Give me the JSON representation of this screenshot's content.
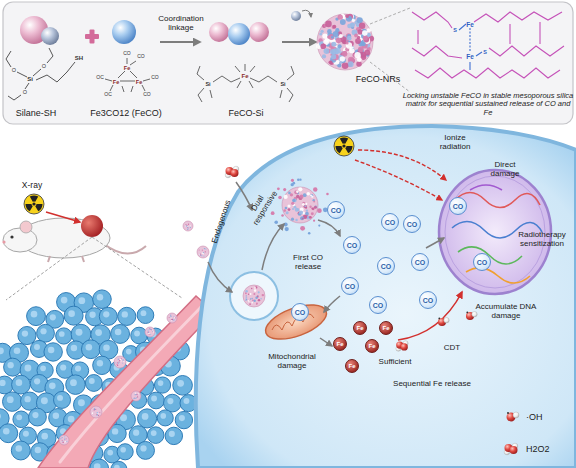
{
  "diagram": {
    "nodes": [
      {
        "text": [
          "CO"
        ]
      },
      {
        "text": [
          "CO"
        ]
      },
      {
        "text": [
          "CO"
        ]
      },
      {
        "text": [
          "CO"
        ]
      },
      {
        "text": [
          "CO"
        ]
      },
      {
        "text": [
          "CO"
        ]
      },
      {
        "text": [
          "CO"
        ]
      },
      {
        "text": [
          "CO"
        ]
      },
      {
        "text": [
          "CO"
        ]
      },
      {
        "text": [
          "CO"
        ]
      },
      {
        "text": [
          "CO"
        ]
      },
      {
        "text": [
          "CO"
        ]
      },
      {
        "text": [
          "Fe"
        ]
      },
      {
        "text": [
          "Fe"
        ]
      },
      {
        "text": [
          "Fe"
        ]
      },
      {
        "text": [
          "Fe"
        ]
      },
      {
        "text": [
          "Fe"
        ]
      }
    ],
    "labels": [
      "Silane-SH",
      "O",
      "O",
      "O",
      "Si",
      "SH",
      "Fe3CO12 (FeCO)",
      "Fe",
      "Fe",
      "Fe",
      "OC",
      "CO",
      "CO",
      "OC",
      "CO",
      "CO",
      "Coordination linkage",
      "Si",
      "Fe",
      "Si",
      "FeCO-Si",
      "FeCO-NRs",
      "Fe",
      "Fe",
      "S",
      "S",
      "Locking unstable FeCO in stable mesoporous silica matrix for sequential sustained release of CO and Fe",
      "X-ray",
      "Endogenous",
      "Dual responsive",
      "First CO release",
      "Ionize radiation",
      "Direct damage",
      "Radiotherapy sensitization",
      "Accumulate DNA damage",
      "CDT",
      "Mitochondrial damage",
      "Sufficient",
      "Sequential Fe release"
    ],
    "legend": [
      {
        "text": "·OH"
      },
      {
        "text": "H2O2"
      }
    ]
  }
}
